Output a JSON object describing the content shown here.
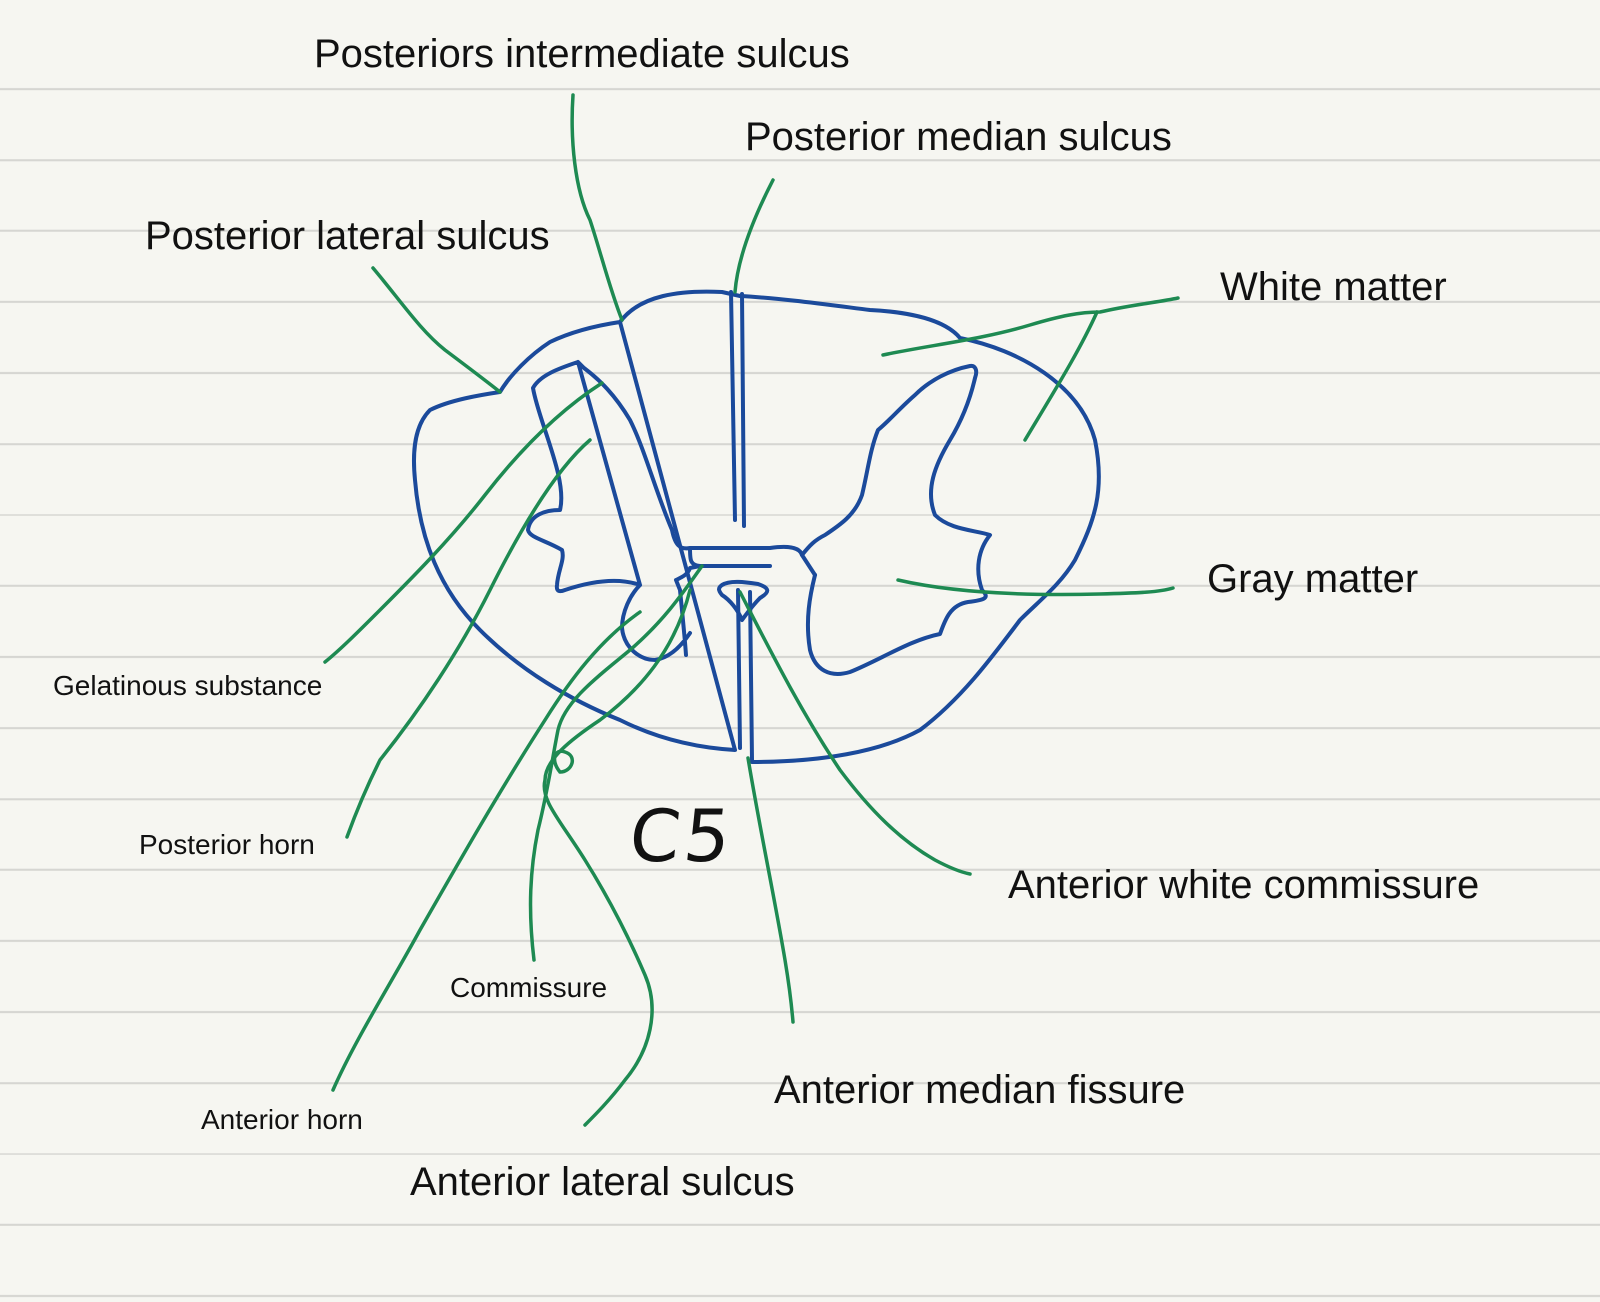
{
  "labels": {
    "posterior_intermediate_sulcus": "Posteriors intermediate sulcus",
    "posterior_median_sulcus": "Posterior median sulcus",
    "posterior_lateral_sulcus": "Posterior lateral sulcus",
    "white_matter": "White matter",
    "gray_matter": "Gray matter",
    "gelatinous_substance": "Gelatinous substance",
    "posterior_horn": "Posterior horn",
    "anterior_white_commissure": "Anterior white commissure",
    "commissure": "Commissure",
    "anterior_median_fissure": "Anterior median fissure",
    "anterior_horn": "Anterior horn",
    "anterior_lateral_sulcus": "Anterior lateral sulcus"
  },
  "level": "C5",
  "colors": {
    "outline": "#1b4a9b",
    "leader": "#1e8a52",
    "paper": "#f6f6f1",
    "rule_line": "#d6d6d2",
    "text": "#111111"
  }
}
